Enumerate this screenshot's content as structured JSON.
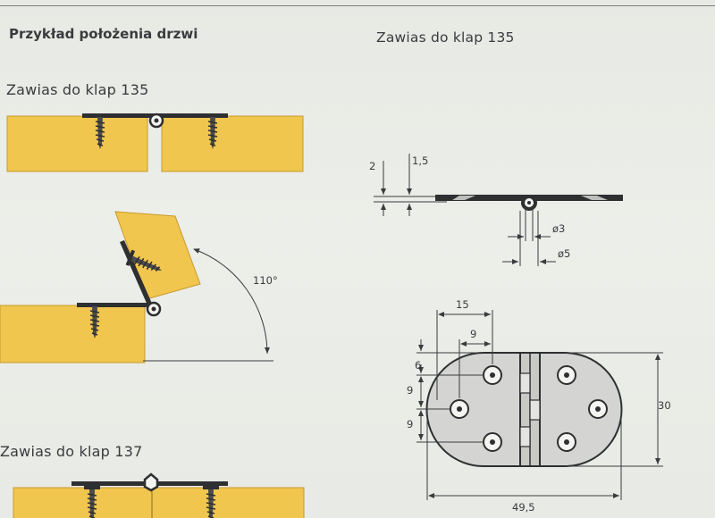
{
  "headings": {
    "door_positions": "Przykład położenia drzwi",
    "hinge_right": "Zawias do klap 135",
    "hinge_135": "Zawias do klap 135",
    "hinge_137": "Zawias do klap 137"
  },
  "angle": "110°",
  "dimensions": {
    "thickness_total": "2",
    "thickness_leaf": "1,5",
    "pin_diameter": "ø3",
    "knuckle_diameter": "ø5",
    "hole_spacing_x": "15",
    "hole_offset_x": "9",
    "hole_offset_top": "6",
    "hole_spacing_y1": "9",
    "hole_spacing_y2": "9",
    "height": "30",
    "width": "49,5"
  },
  "colors": {
    "wood": "#f0c64e",
    "wood_edge": "#c99a2c",
    "metal": "#2e2f31",
    "hinge_fill": "#d4d5d2",
    "ink": "#3a3b3e"
  }
}
